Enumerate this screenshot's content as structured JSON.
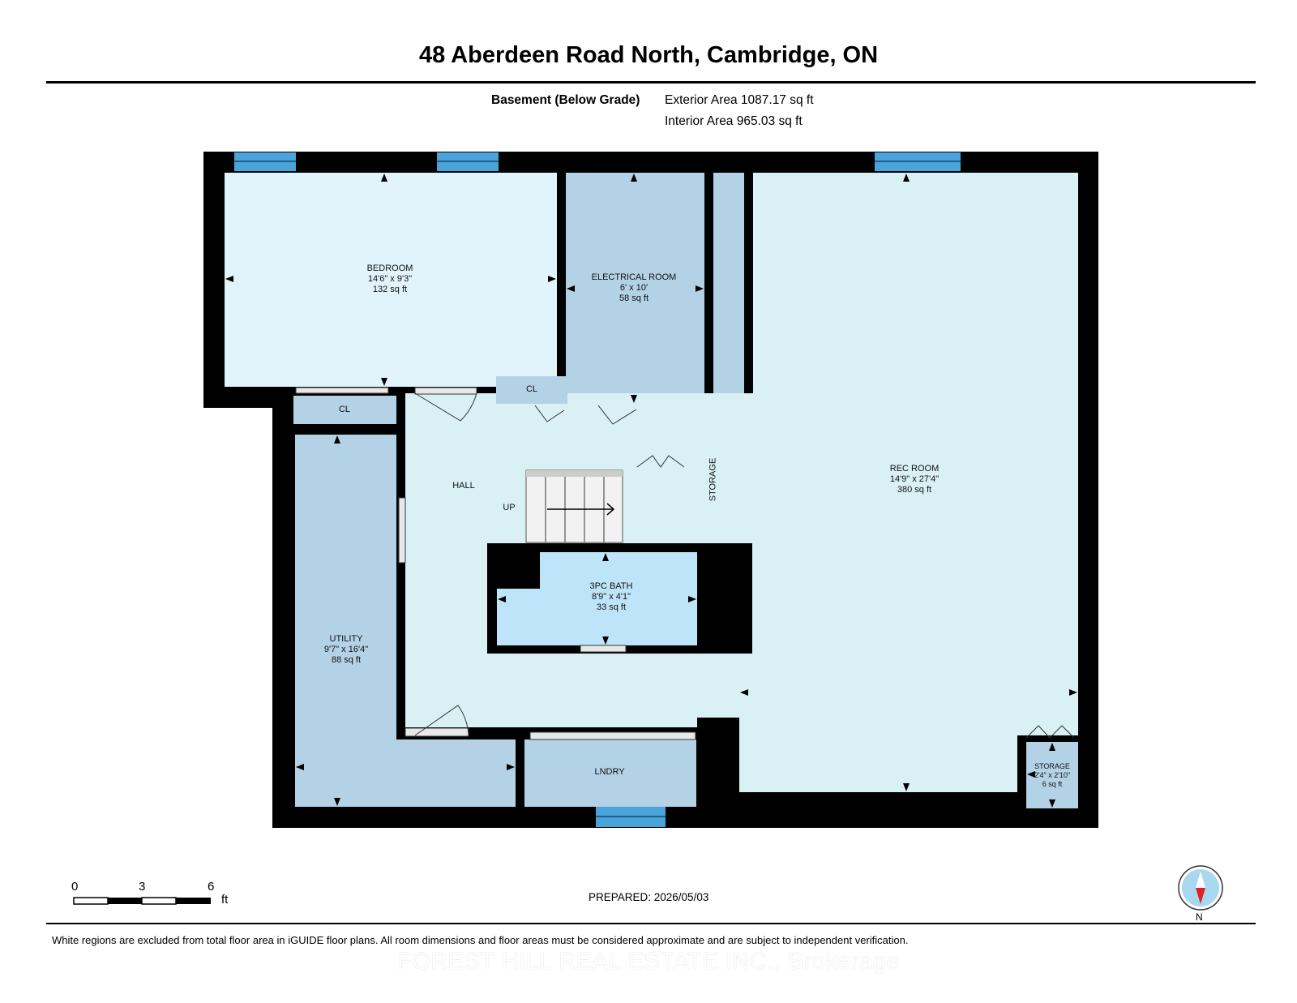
{
  "title": "48 Aberdeen Road North, Cambridge, ON",
  "level": {
    "name": "Basement (Below Grade)",
    "exterior_area": "Exterior Area 1087.17 sq ft",
    "interior_area": "Interior Area 965.03 sq ft"
  },
  "rooms": {
    "bedroom": {
      "name": "BEDROOM",
      "dims": "14'6\" x 9'3\"",
      "area": "132 sq ft"
    },
    "electrical": {
      "name": "ELECTRICAL ROOM",
      "dims": "6' x 10'",
      "area": "58 sq ft"
    },
    "rec": {
      "name": "REC ROOM",
      "dims": "14'9\" x 27'4\"",
      "area": "380 sq ft"
    },
    "bath": {
      "name": "3PC BATH",
      "dims": "8'9\" x 4'1\"",
      "area": "33 sq ft"
    },
    "utility": {
      "name": "UTILITY",
      "dims": "9'7\" x 16'4\"",
      "area": "88 sq ft"
    },
    "storage_small": {
      "name": "STORAGE",
      "dims": "2'4\" x 2'10\"",
      "area": "6 sq ft"
    },
    "storage": {
      "name": "STORAGE"
    },
    "lndry": {
      "name": "LNDRY"
    },
    "hall": {
      "name": "HALL"
    },
    "cl1": {
      "name": "CL"
    },
    "cl2": {
      "name": "CL"
    },
    "stairs": {
      "name": "UP"
    }
  },
  "scale": {
    "ticks": [
      "0",
      "3",
      "6"
    ],
    "unit": "ft"
  },
  "compass": {
    "label": "N"
  },
  "prepared": "PREPARED: 2026/05/03",
  "disclaimer": "White regions are excluded from total floor area in iGUIDE floor plans. All room dimensions and floor areas must be considered approximate and are subject to independent verification.",
  "watermark": "FOREST HILL REAL ESTATE INC., Brokerage",
  "colors": {
    "wall": "#000000",
    "window": "#4aa3d9",
    "bedroom": "#e1f4fc",
    "utility": "#b3d2e6",
    "hall": "#d9f1f4",
    "bath": "#bde4f8",
    "compass_needle": "#e02020"
  }
}
